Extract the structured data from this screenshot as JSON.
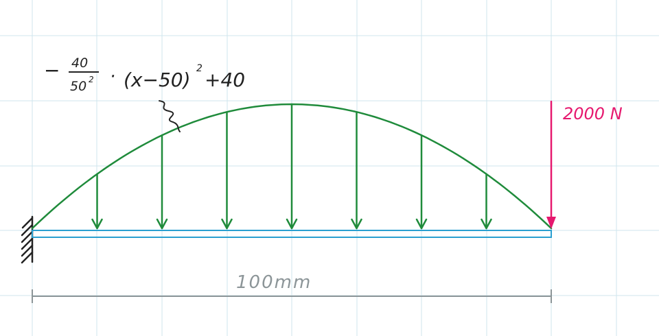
{
  "formula": {
    "sign": "−",
    "numerator": "40",
    "denominator": "50",
    "denominator_exponent": "2",
    "dot": "·",
    "body": "(x−50)",
    "exponent": "2",
    "tail": "+40"
  },
  "point_load_label": "2000 N",
  "length_label": "100mm",
  "distributed_load": {
    "peak": 40,
    "center": 50,
    "half_span": 50,
    "arrow_positions": [
      12.5,
      25,
      37.5,
      50,
      62.5,
      75,
      87.5
    ]
  },
  "colors": {
    "grid": "#cfe6ee",
    "beam": "#2a9fd0",
    "load": "#1f8b3b",
    "point_load": "#e6186e",
    "dimension": "#8c9598",
    "support": "#222222"
  }
}
